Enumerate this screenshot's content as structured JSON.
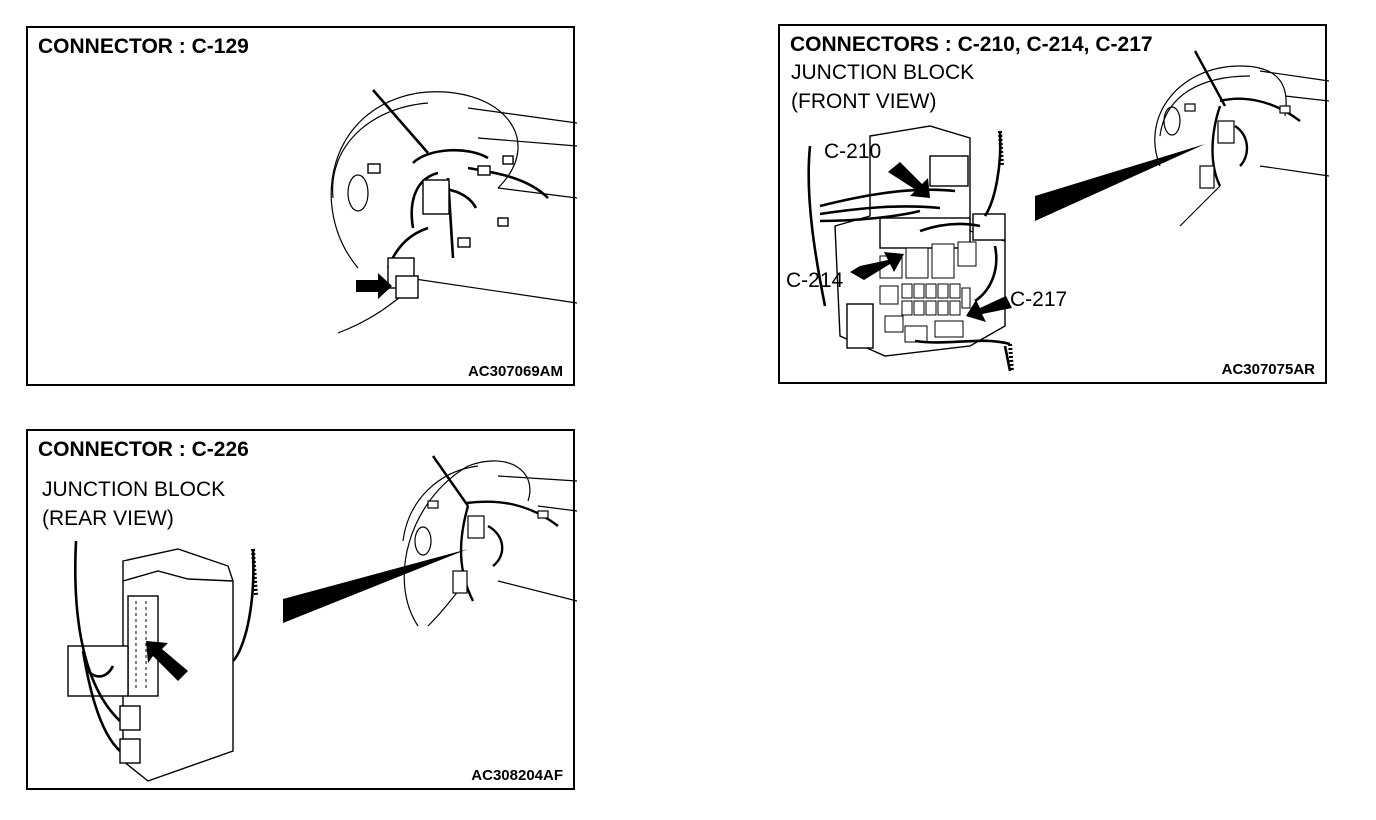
{
  "panels": [
    {
      "title": "CONNECTOR : C-129",
      "code": "AC307069AM"
    },
    {
      "title": "CONNECTORS : C-210, C-214, C-217",
      "subtitle_line1": "JUNCTION BLOCK",
      "subtitle_line2": "(FRONT VIEW)",
      "callouts": [
        "C-210",
        "C-214",
        "C-217"
      ],
      "code": "AC307075AR"
    },
    {
      "title": "CONNECTOR : C-226",
      "subtitle_line1": "JUNCTION BLOCK",
      "subtitle_line2": "(REAR VIEW)",
      "code": "AC308204AF"
    }
  ]
}
